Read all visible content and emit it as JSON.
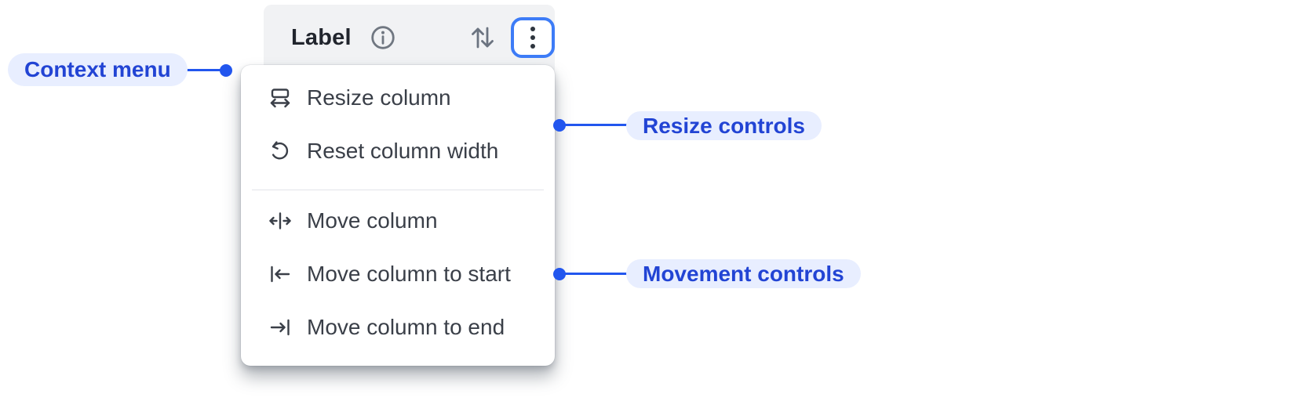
{
  "column_header": {
    "label": "Label",
    "icons": [
      "info-icon",
      "sort-arrows-icon",
      "meatball-menu-icon"
    ]
  },
  "context_menu": {
    "items": [
      {
        "label": "Resize column",
        "icon": "resize-column-icon",
        "group": "resize"
      },
      {
        "label": "Reset column width",
        "icon": "reset-column-width-icon",
        "group": "resize"
      },
      {
        "label": "Move column",
        "icon": "move-column-icon",
        "group": "movement"
      },
      {
        "label": "Move column to start",
        "icon": "move-column-to-start-icon",
        "group": "movement"
      },
      {
        "label": "Move column to end",
        "icon": "move-column-to-end-icon",
        "group": "movement"
      }
    ]
  },
  "annotations": {
    "context_menu_label": "Context menu",
    "resize_controls_label": "Resize controls",
    "movement_controls_label": "Movement controls"
  },
  "colors": {
    "annotation_text": "#2244d4",
    "annotation_bg": "#e8eeff",
    "connector_blue": "#2256ee",
    "focus_ring_blue": "#3d7cf7",
    "header_bg": "#f1f2f4",
    "menu_bg": "#ffffff",
    "menu_text": "#3a3f48",
    "header_icon_gray": "#6b7380"
  }
}
